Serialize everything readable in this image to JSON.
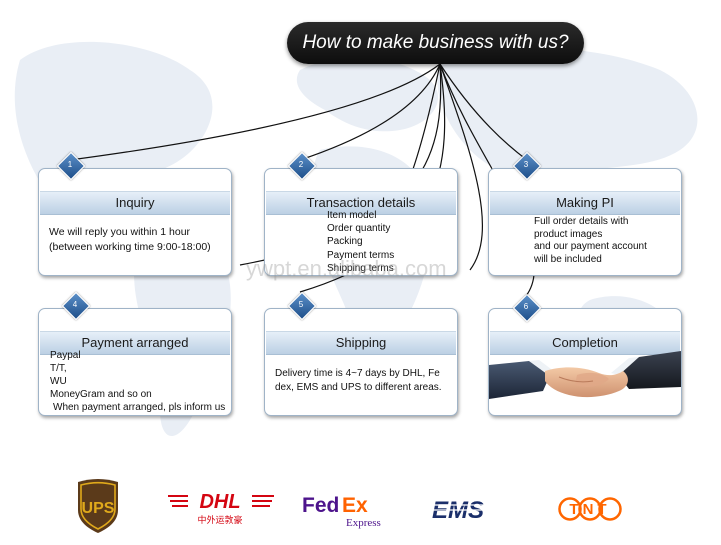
{
  "title": "How to make business with us?",
  "watermark": "ywpt.en.alibaba.com",
  "steps": [
    {
      "number": "1",
      "heading": "Inquiry",
      "lines": [
        "We will reply you within 1 hour",
        "(between working time 9:00-18:00)"
      ]
    },
    {
      "number": "2",
      "heading": "Transaction details",
      "lines": [
        "Item model",
        "Order quantity",
        "Packing",
        "Payment terms",
        "Shipping terms"
      ]
    },
    {
      "number": "3",
      "heading": "Making PI",
      "lines": [
        "Full order details with",
        "product images",
        "and our payment account",
        "will be included"
      ]
    },
    {
      "number": "4",
      "heading": "Payment arranged",
      "lines": [
        "Paypal",
        "T/T,",
        "WU",
        "MoneyGram and so on",
        "When payment arranged, pls inform us"
      ]
    },
    {
      "number": "5",
      "heading": "Shipping",
      "lines": [
        "Delivery time is 4~7 days by DHL, Fe",
        "dex, EMS and UPS to different areas."
      ]
    },
    {
      "number": "6",
      "heading": "Completion",
      "lines": []
    }
  ],
  "carriers": {
    "ups": "UPS",
    "dhl": "DHL",
    "dhl_sub": "中外运敦豪",
    "fedex_fed": "Fed",
    "fedex_ex": "Ex",
    "fedex_sub": "Express",
    "ems": "EMS",
    "tnt": "TNT"
  },
  "colors": {
    "pill": "#111111",
    "badge": "#2a5f9e",
    "card_header": "#c9d9ea",
    "ups_brown": "#5b3a1a",
    "ups_gold": "#e0a91b",
    "dhl_red": "#d40511",
    "fedex_purple": "#4d148c",
    "fedex_orange": "#ff6200",
    "ems_navy": "#1b2f6a",
    "tnt_orange": "#ff6600"
  }
}
